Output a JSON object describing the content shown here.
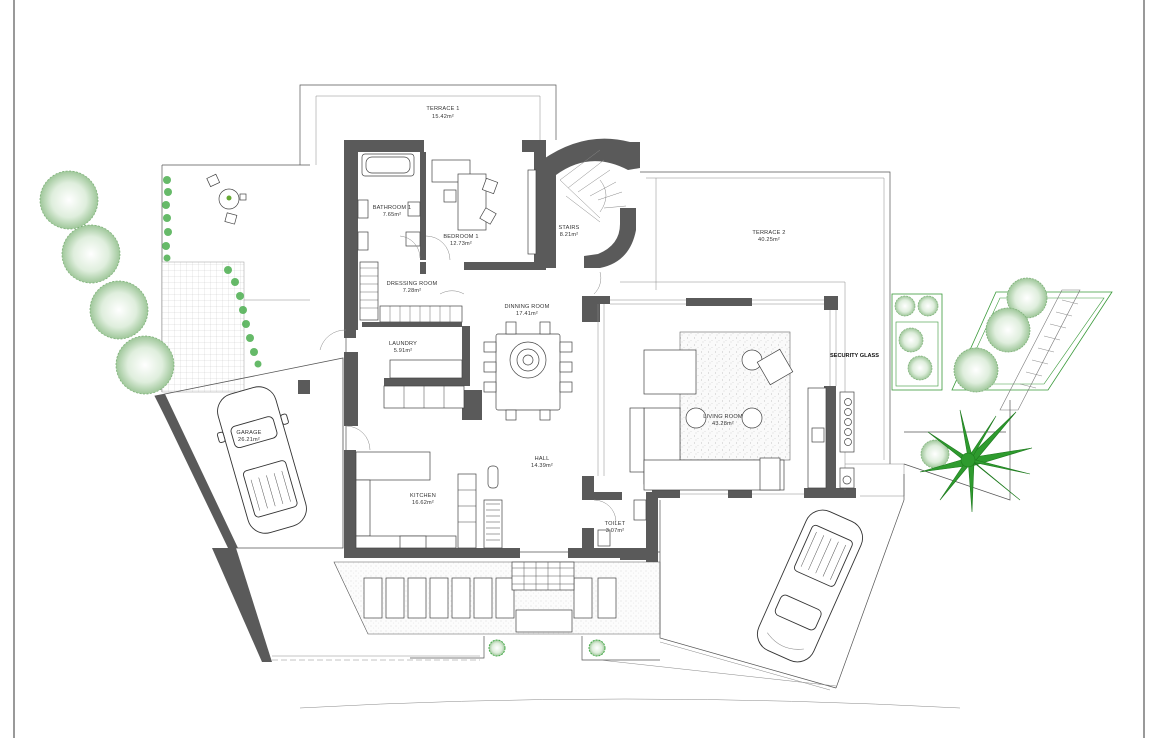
{
  "rooms": [
    {
      "id": "terrace-1",
      "name": "TERRACE 1",
      "area": "15.42m²"
    },
    {
      "id": "bathroom-1",
      "name": "BATHROOM 1",
      "area": "7.65m²"
    },
    {
      "id": "bedroom-1",
      "name": "BEDROOM 1",
      "area": "12.73m²"
    },
    {
      "id": "stairs",
      "name": "STAIRS",
      "area": "8.21m²"
    },
    {
      "id": "terrace-2",
      "name": "TERRACE 2",
      "area": "40.25m²"
    },
    {
      "id": "dressing-room",
      "name": "DRESSING ROOM",
      "area": "7.28m²"
    },
    {
      "id": "dinning-room",
      "name": "DINNING ROOM",
      "area": "17.41m²"
    },
    {
      "id": "laundry",
      "name": "LAUNDRY",
      "area": "5.91m²"
    },
    {
      "id": "living-room",
      "name": "LIVING ROOM",
      "area": "43.28m²"
    },
    {
      "id": "garage",
      "name": "GARAGE",
      "area": "26.21m²"
    },
    {
      "id": "hall",
      "name": "HALL",
      "area": "14.39m²"
    },
    {
      "id": "kitchen",
      "name": "KITCHEN",
      "area": "16.62m²"
    },
    {
      "id": "toilet",
      "name": "TOILET",
      "area": "3.07m²"
    }
  ],
  "annotations": {
    "security_glass": "SECURITY GLASS"
  },
  "colors": {
    "wall": "#5a5a5a",
    "line": "#555555",
    "foliage": "#3aa43a",
    "foliage_light": "#9fd67f",
    "background": "#ffffff"
  }
}
